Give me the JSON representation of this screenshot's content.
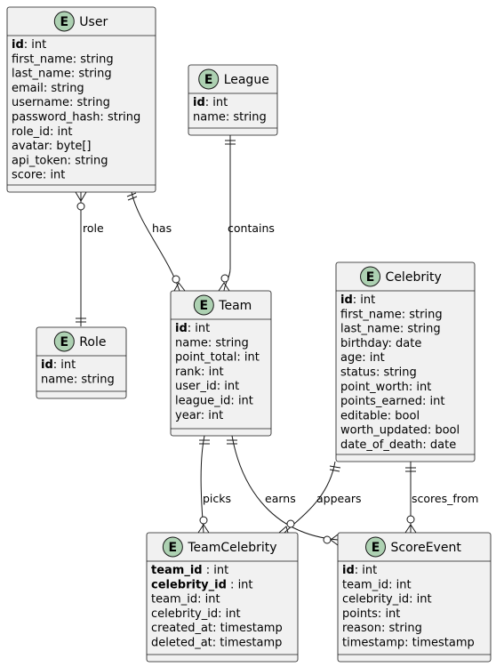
{
  "colors": {
    "entity_fill": "#f1f1f1",
    "entity_border": "#181818",
    "badge_fill": "#ADD1B2",
    "line": "#181818"
  },
  "entities": {
    "user": {
      "badge": "E",
      "title": "User",
      "fields": [
        {
          "key": "id",
          "rest": ": int"
        },
        {
          "key": "",
          "rest": "first_name: string"
        },
        {
          "key": "",
          "rest": "last_name: string"
        },
        {
          "key": "",
          "rest": "email: string"
        },
        {
          "key": "",
          "rest": "username: string"
        },
        {
          "key": "",
          "rest": "password_hash: string"
        },
        {
          "key": "",
          "rest": "role_id: int"
        },
        {
          "key": "",
          "rest": "avatar: byte[]"
        },
        {
          "key": "",
          "rest": "api_token: string"
        },
        {
          "key": "",
          "rest": "score: int"
        }
      ]
    },
    "league": {
      "badge": "E",
      "title": "League",
      "fields": [
        {
          "key": "id",
          "rest": ": int"
        },
        {
          "key": "",
          "rest": "name: string"
        }
      ]
    },
    "role": {
      "badge": "E",
      "title": "Role",
      "fields": [
        {
          "key": "id",
          "rest": ": int"
        },
        {
          "key": "",
          "rest": "name: string"
        }
      ]
    },
    "team": {
      "badge": "E",
      "title": "Team",
      "fields": [
        {
          "key": "id",
          "rest": ": int"
        },
        {
          "key": "",
          "rest": "name: string"
        },
        {
          "key": "",
          "rest": "point_total: int"
        },
        {
          "key": "",
          "rest": "rank: int"
        },
        {
          "key": "",
          "rest": "user_id: int"
        },
        {
          "key": "",
          "rest": "league_id: int"
        },
        {
          "key": "",
          "rest": "year: int"
        }
      ]
    },
    "celebrity": {
      "badge": "E",
      "title": "Celebrity",
      "fields": [
        {
          "key": "id",
          "rest": ": int"
        },
        {
          "key": "",
          "rest": "first_name: string"
        },
        {
          "key": "",
          "rest": "last_name: string"
        },
        {
          "key": "",
          "rest": "birthday: date"
        },
        {
          "key": "",
          "rest": "age: int"
        },
        {
          "key": "",
          "rest": "status: string"
        },
        {
          "key": "",
          "rest": "point_worth: int"
        },
        {
          "key": "",
          "rest": "points_earned: int"
        },
        {
          "key": "",
          "rest": "editable: bool"
        },
        {
          "key": "",
          "rest": "worth_updated: bool"
        },
        {
          "key": "",
          "rest": "date_of_death: date"
        }
      ]
    },
    "teamcelebrity": {
      "badge": "E",
      "title": "TeamCelebrity",
      "fields": [
        {
          "key": "team_id",
          "rest": " : int"
        },
        {
          "key": "celebrity_id",
          "rest": " : int"
        },
        {
          "key": "",
          "rest": "team_id: int"
        },
        {
          "key": "",
          "rest": "celebrity_id: int"
        },
        {
          "key": "",
          "rest": "created_at: timestamp"
        },
        {
          "key": "",
          "rest": "deleted_at: timestamp"
        }
      ]
    },
    "scoreevent": {
      "badge": "E",
      "title": "ScoreEvent",
      "fields": [
        {
          "key": "id",
          "rest": ": int"
        },
        {
          "key": "",
          "rest": "team_id: int"
        },
        {
          "key": "",
          "rest": "celebrity_id: int"
        },
        {
          "key": "",
          "rest": "points: int"
        },
        {
          "key": "",
          "rest": "reason: string"
        },
        {
          "key": "",
          "rest": "timestamp: timestamp"
        }
      ]
    }
  },
  "relations": {
    "role": "role",
    "has": "has",
    "contains": "contains",
    "picks": "picks",
    "earns": "earns",
    "appears": "appears",
    "scores_from": "scores_from"
  }
}
